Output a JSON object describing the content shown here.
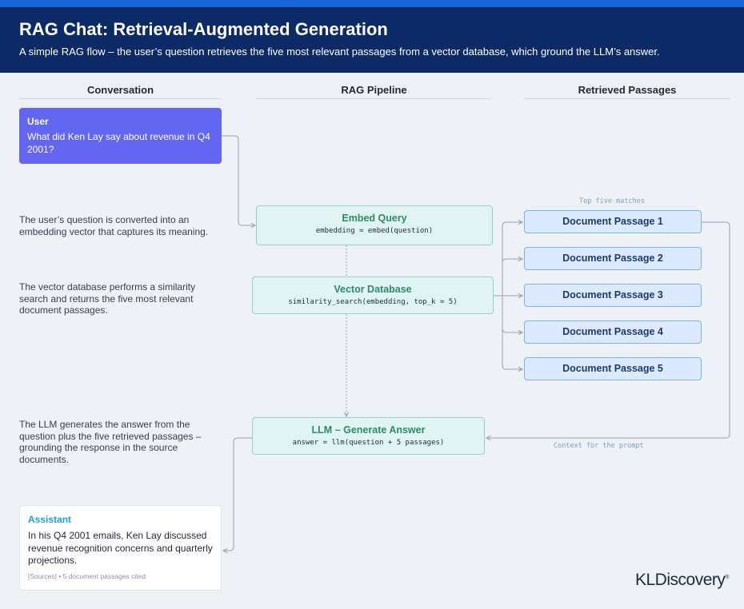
{
  "header": {
    "title": "RAG Chat: Retrieval-Augmented Generation",
    "subtitle": "A simple RAG flow – the user’s question retrieves the five most relevant passages from a vector database, which ground the LLM’s answer."
  },
  "columns": {
    "conversation": "Conversation",
    "pipeline": "RAG Pipeline",
    "retrieved": "Retrieved Passages"
  },
  "user_message": {
    "role": "User",
    "text": "What did Ken Lay say about revenue in Q4 2001?"
  },
  "descriptions": {
    "embed": "The user’s question is converted into an embedding vector that captures its meaning.",
    "vector": "The vector database performs a similarity search and returns the five most relevant document passages.",
    "llm": "The LLM generates the answer from the question plus the five retrieved passages – grounding the response in the source documents."
  },
  "pipeline": {
    "embed": {
      "title": "Embed Query",
      "code": "embedding = embed(question)"
    },
    "vector": {
      "title": "Vector Database",
      "code": "similarity_search(embedding, top_k = 5)"
    },
    "llm": {
      "title": "LLM – Generate Answer",
      "code": "answer = llm(question + 5 passages)"
    }
  },
  "retrieved": {
    "top_label": "Top five matches",
    "context_label": "Context for the prompt",
    "passages": [
      "Document Passage 1",
      "Document Passage 2",
      "Document Passage 3",
      "Document Passage 4",
      "Document Passage 5"
    ]
  },
  "assistant_message": {
    "role": "Assistant",
    "text": "In his Q4 2001 emails, Ken Lay discussed revenue recognition concerns and quarterly projections.",
    "sources": "[Sources] • 5 document passages cited"
  },
  "logo": {
    "text": "KLDiscovery",
    "mark": "®"
  },
  "colors": {
    "header_bg": "#0b2a66",
    "accent_bar": "#1565d8",
    "user_bubble": "#6366f1",
    "node_fill": "#e0f5f3",
    "node_title": "#2e8b63",
    "passage_fill": "#dbeafe",
    "assistant_role": "#1ba3d9"
  }
}
